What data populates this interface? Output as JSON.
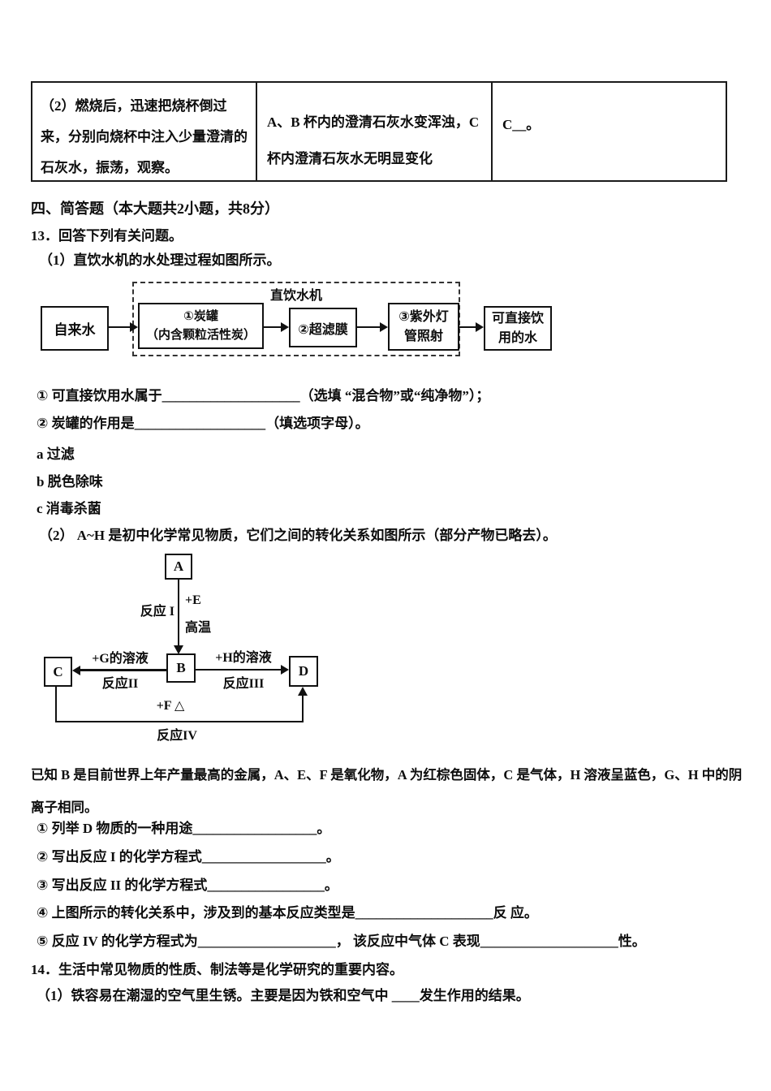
{
  "table": {
    "procedure": "（2）燃烧后，迅速把烧杯倒过来，分别向烧杯中注入少量澄清的石灰水，振荡，观察。",
    "phenomenon": "A、B 杯内的澄清石灰水变浑浊，C 杯内澄清石灰水无明显变化",
    "conclusion": "C__。"
  },
  "section": {
    "heading": "四、简答题（本大题共2小题，共8分）",
    "q13_intro": "13．回答下列有关问题。",
    "q13_1_intro": "（1）直饮水机的水处理过程如图所示。"
  },
  "flowchart": {
    "title": "直饮水机",
    "source": "自来水",
    "step1_line1": "①炭罐",
    "step1_line2": "（内含颗粒活性炭）",
    "step2": "②超滤膜",
    "step3_line1": "③紫外灯",
    "step3_line2": "管照射",
    "output_line1": "可直接饮",
    "output_line2": "用的水"
  },
  "q13_1": {
    "blank1": "① 可直接饮用水属于____________________（选填 “混合物”或“纯净物”）；",
    "blank2": "② 炭罐的作用是___________________（填选项字母）。",
    "option_a": "a 过滤",
    "option_b": "b 脱色除味",
    "option_c": "c 消毒杀菌"
  },
  "q13_2": {
    "intro": "（2） A~H 是初中化学常见物质，它们之间的转化关系如图所示（部分产物已略去）。",
    "diagram": {
      "node_a": "A",
      "node_b": "B",
      "node_c": "C",
      "node_d": "D",
      "rxn1_label": "反应 I",
      "rxn1_cond1": "+E",
      "rxn1_cond2": "高温",
      "rxn2_top": "+G的溶液",
      "rxn2_bottom": "反应II",
      "rxn3_top": "+H的溶液",
      "rxn3_bottom": "反应III",
      "rxn4_top": "+F △",
      "rxn4_bottom": "反应IV"
    },
    "known": "已知 B 是目前世界上年产量最高的金属，A、E、F 是氧化物，A 为红棕色固体，C 是气体，H 溶液呈蓝色，G、H 中的阴离子相同。",
    "sub1": "① 列举 D 物质的一种用途__________________。",
    "sub2": "② 写出反应 I 的化学方程式__________________。",
    "sub3": "③ 写出反应 II 的化学方程式_________________。",
    "sub4": "④ 上图所示的转化关系中，涉及到的基本反应类型是____________________反 应。",
    "sub5": "⑤ 反应 IV 的化学方程式为____________________，  该反应中气体 C 表现____________________性。"
  },
  "q14": {
    "intro": "14．生活中常见物质的性质、制法等是化学研究的重要内容。",
    "sub1": "（1）铁容易在潮湿的空气里生锈。主要是因为铁和空气中 ____发生作用的结果。"
  }
}
